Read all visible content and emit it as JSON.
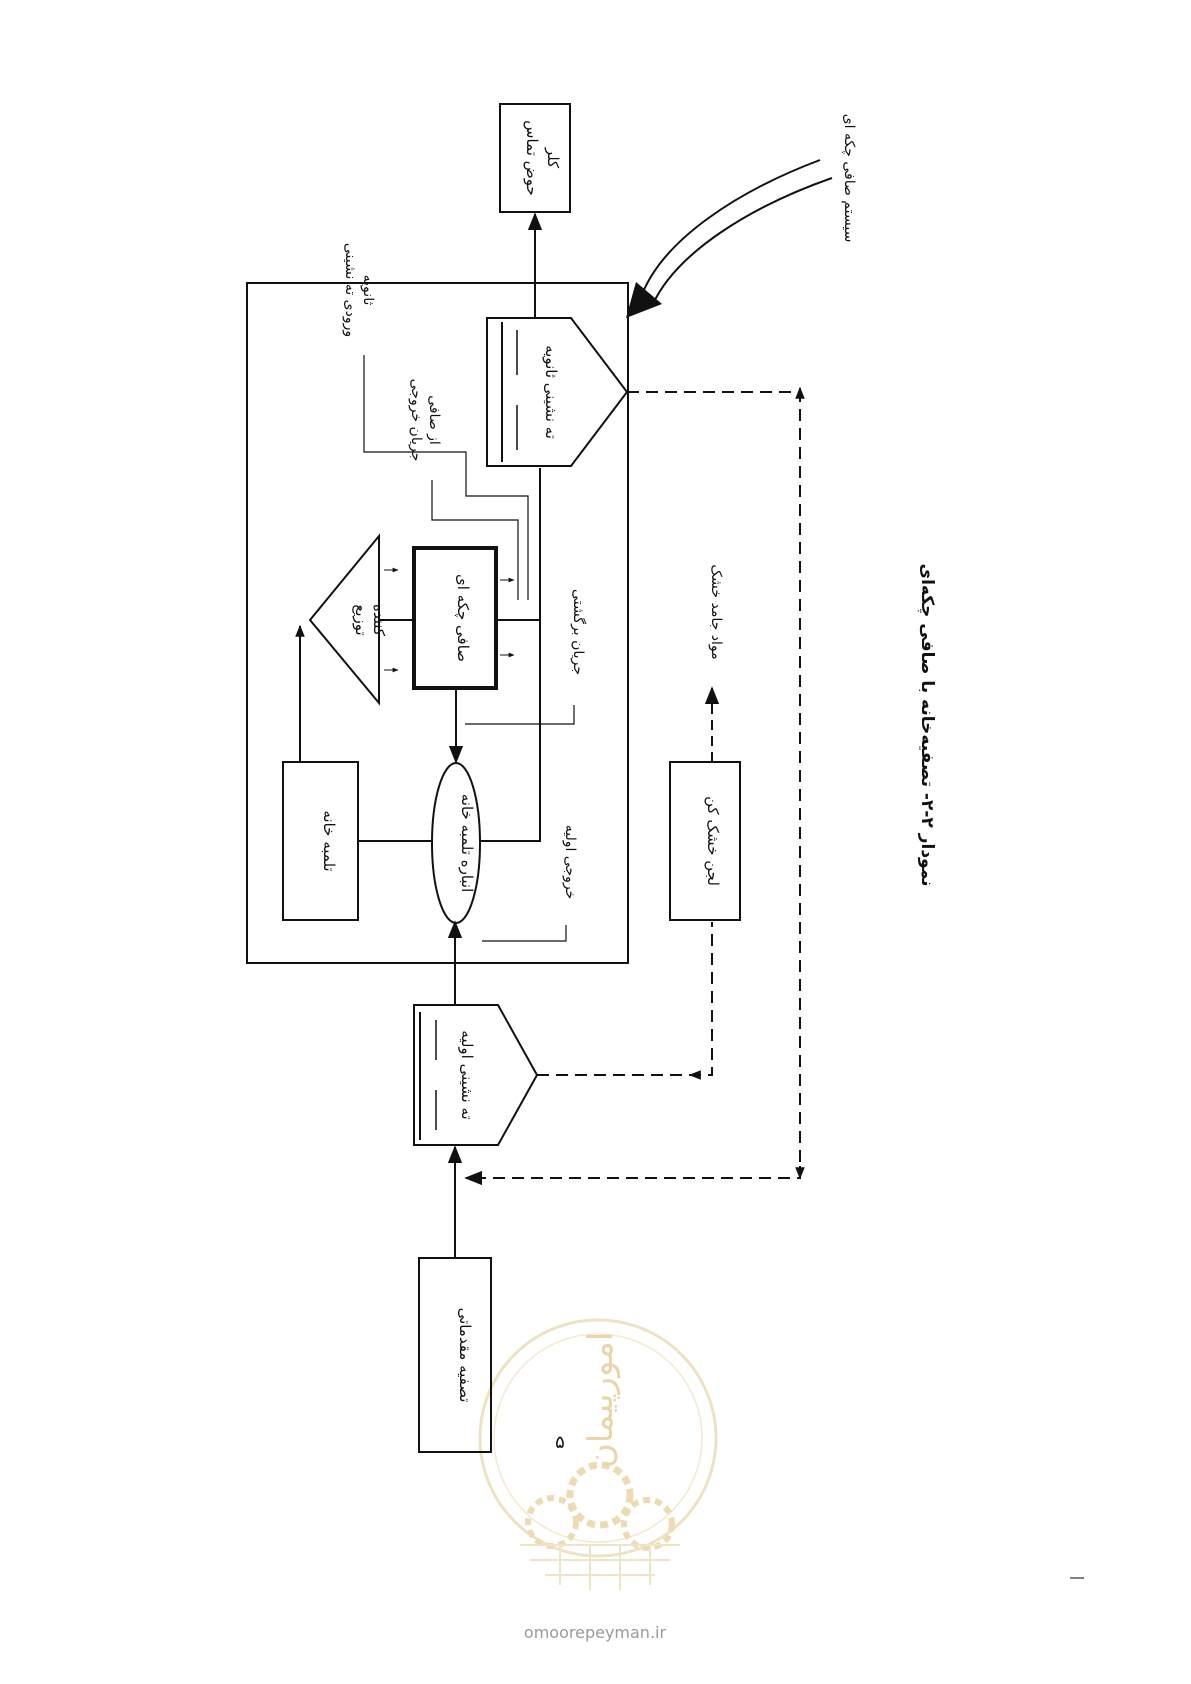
{
  "diagram": {
    "caption": "نمودار ۲-۲- تصفیه‌خانه با صافی چکه‌ای",
    "system_label": "سیستم صافی چکه ای",
    "nodes": {
      "pretreatment": "تصفیه مقدماتی",
      "primary_settling": "ته نشینی اولیه",
      "pump_reservoir": "انباره تلمبه خانه",
      "pump_station": "تلمبه خانه",
      "distributor_line1": "توزیع",
      "distributor_line2": "کننده",
      "trickling_filter": "صافی چکه ای",
      "secondary_settling": "ته نشینی ثانویه",
      "contact_tank_line1": "حوض تماس",
      "contact_tank_line2": "کلر",
      "drying_bed": "لجن خشک کن"
    },
    "flow_labels": {
      "primary_effluent": "خروجی اولیه",
      "recirculation": "جریان برگشتی",
      "filter_effluent_line1": "جریان خروجی",
      "filter_effluent_line2": "از صافی",
      "secondary_inflow_line1": "ورودی ته نشینی",
      "secondary_inflow_line2": "ثانویه",
      "dry_solids": "مواد جامد خشک"
    }
  },
  "page": {
    "number": "۵",
    "watermark_url": "omoorepeyman.ir",
    "watermark_logo_text": "امورپیمان",
    "watermark_icon": "gear-emblem-icon"
  }
}
